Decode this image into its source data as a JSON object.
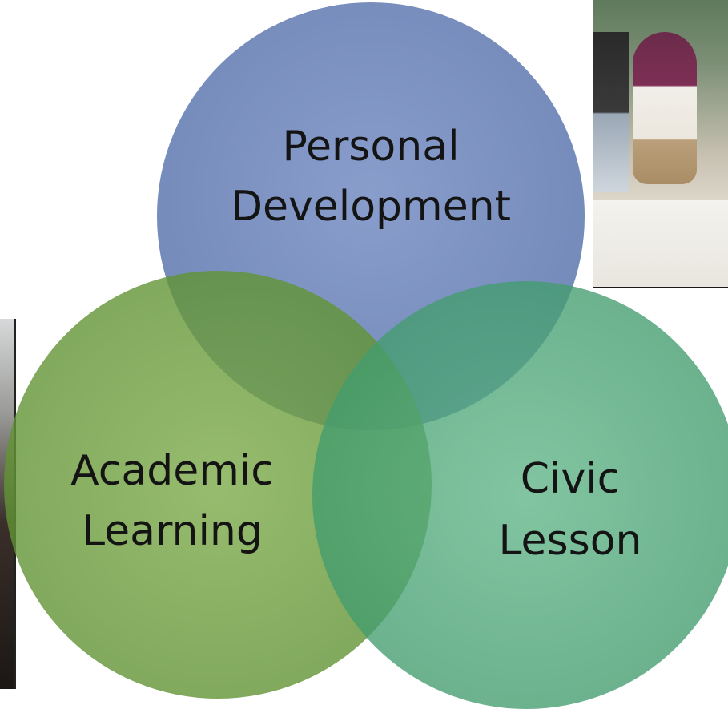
{
  "diagram": {
    "circles": [
      {
        "id": "personal",
        "lines": [
          "Personal",
          "Development"
        ],
        "color": "#5a76b0"
      },
      {
        "id": "academic",
        "lines": [
          "Academic",
          "Learning"
        ],
        "color": "#6f9d3f"
      },
      {
        "id": "civic",
        "lines": [
          "Civic",
          "Lesson"
        ],
        "color": "#4fa57a"
      }
    ]
  },
  "photos": [
    {
      "id": "students-photo-right"
    },
    {
      "id": "crowd-photo-left"
    }
  ]
}
